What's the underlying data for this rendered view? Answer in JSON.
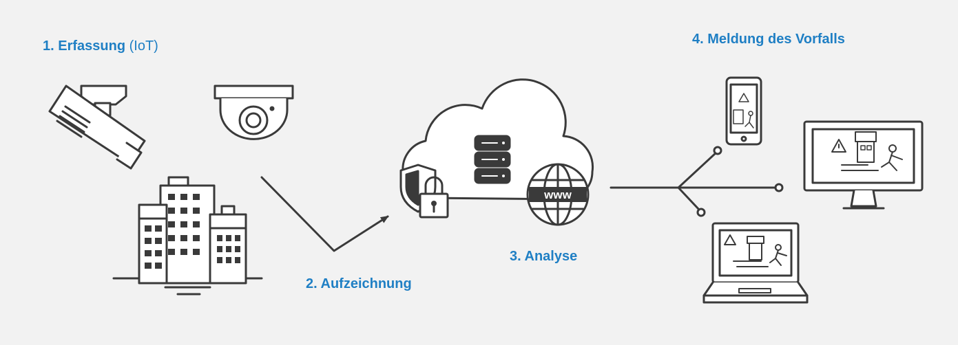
{
  "steps": {
    "capture": {
      "title": "1. Erfassung",
      "suffix": "(IoT)"
    },
    "record": {
      "title": "2. Aufzeichnung"
    },
    "analyse": {
      "title": "3. Analyse"
    },
    "report": {
      "title": "4. Meldung des Vorfalls"
    }
  },
  "globe_text": "www",
  "colors": {
    "accent": "#1f7fc4",
    "line": "#3a3a3a",
    "background": "#f2f2f2",
    "fill": "#ffffff"
  }
}
